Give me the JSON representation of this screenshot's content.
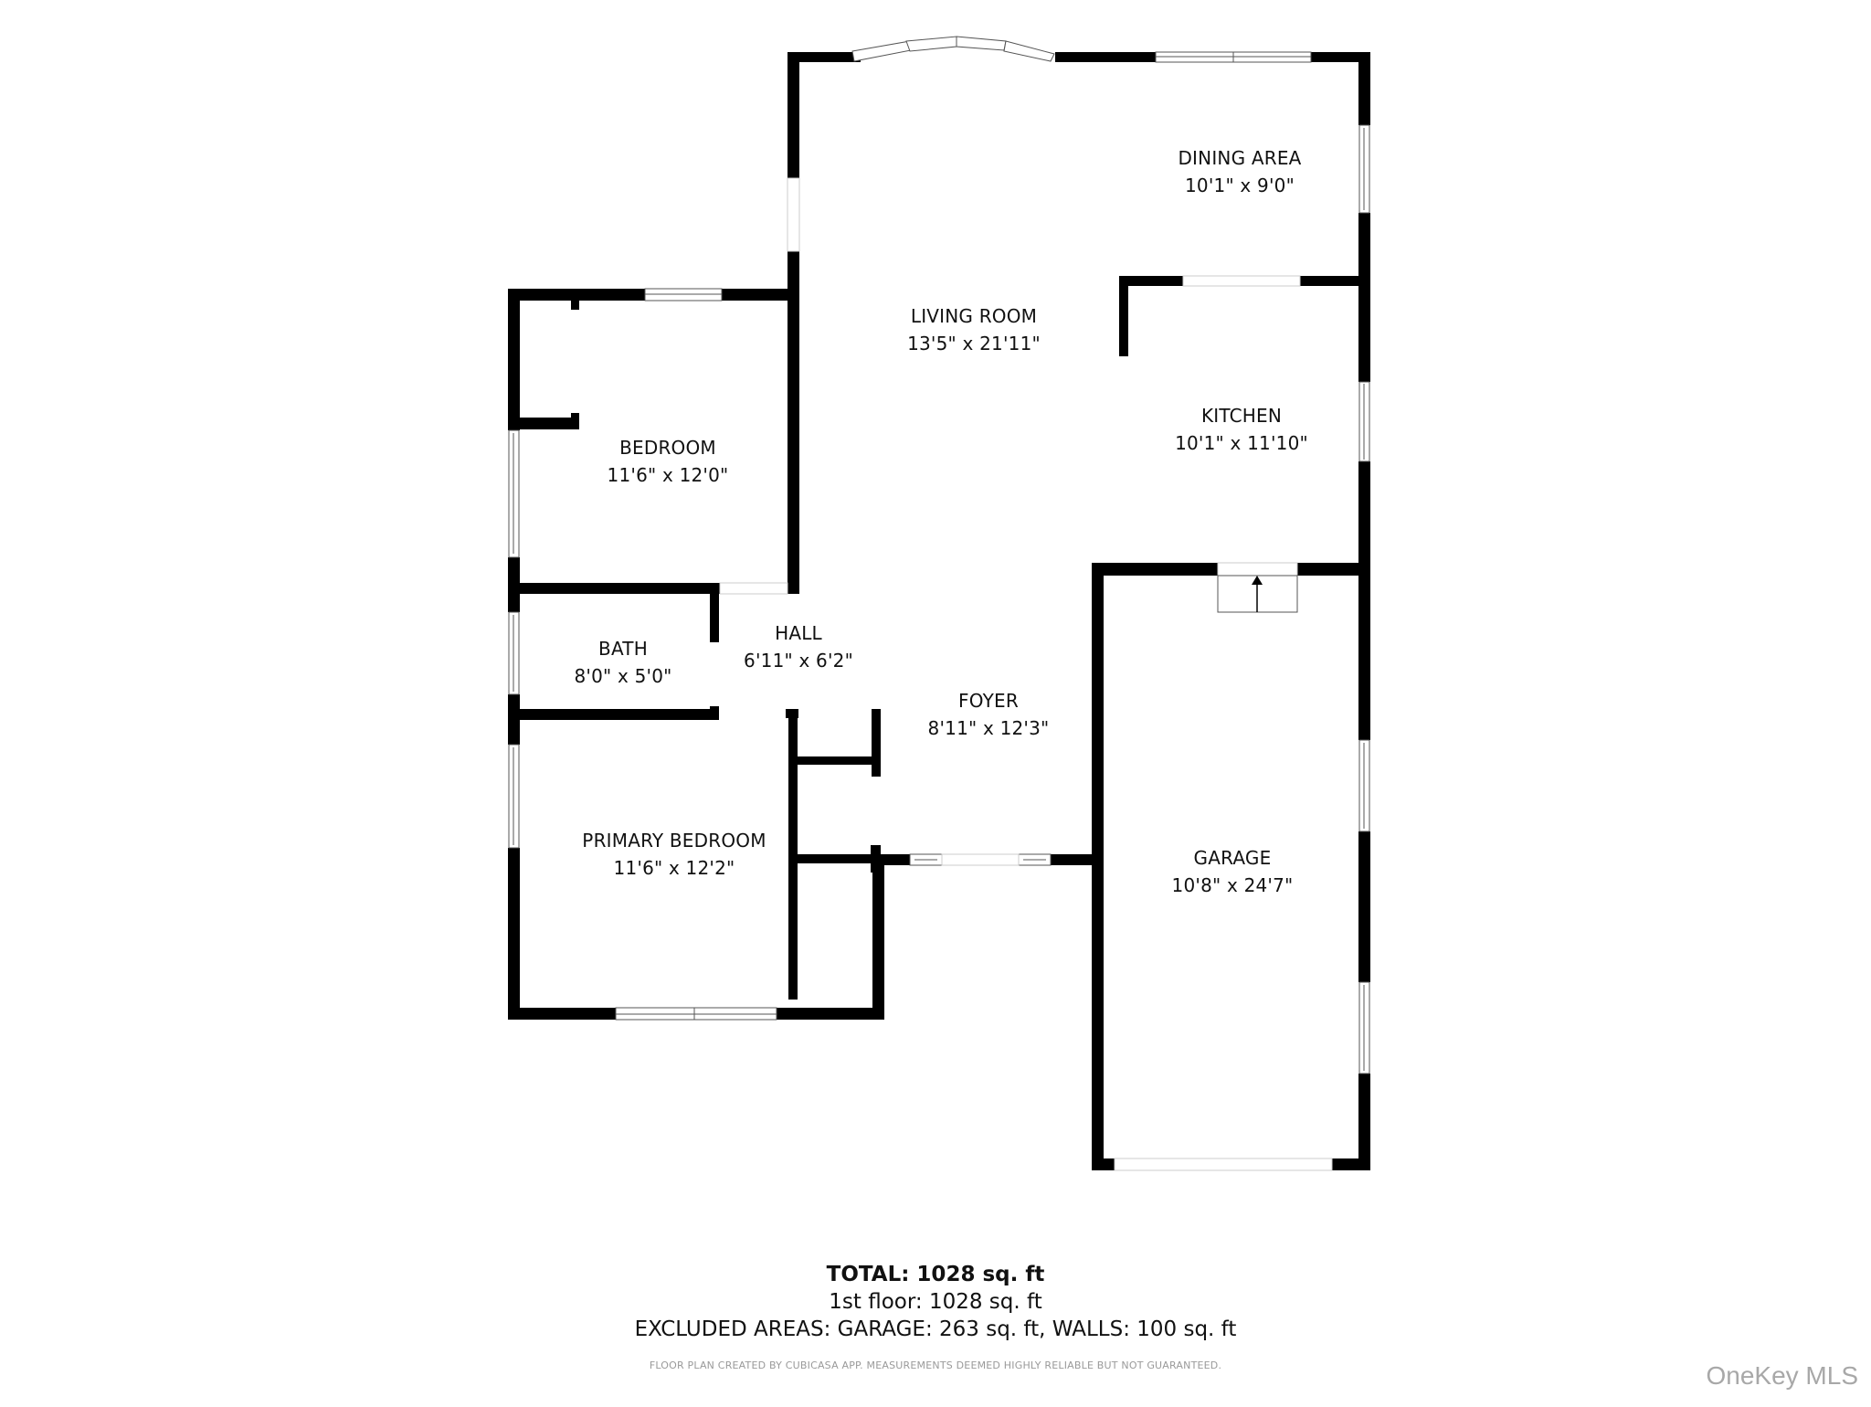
{
  "floor_plan": {
    "rooms": [
      {
        "name": "LIVING ROOM",
        "dims": "13'5\" x 21'11\""
      },
      {
        "name": "DINING AREA",
        "dims": "10'1\" x 9'0\""
      },
      {
        "name": "KITCHEN",
        "dims": "10'1\" x 11'10\""
      },
      {
        "name": "BEDROOM",
        "dims": "11'6\" x 12'0\""
      },
      {
        "name": "BATH",
        "dims": "8'0\" x 5'0\""
      },
      {
        "name": "HALL",
        "dims": "6'11\" x 6'2\""
      },
      {
        "name": "FOYER",
        "dims": "8'11\" x 12'3\""
      },
      {
        "name": "PRIMARY BEDROOM",
        "dims": "11'6\" x 12'2\""
      },
      {
        "name": "GARAGE",
        "dims": "10'8\" x 24'7\""
      }
    ],
    "colors": {
      "wall": "#000000",
      "window_stroke": "#555555",
      "background": "#ffffff"
    }
  },
  "summary": {
    "total": "TOTAL: 1028 sq. ft",
    "first_floor": "1st floor: 1028 sq. ft",
    "excluded": "EXCLUDED AREAS: GARAGE: 263 sq. ft, WALLS: 100 sq. ft",
    "disclaimer": "FLOOR PLAN CREATED BY CUBICASA APP. MEASUREMENTS DEEMED HIGHLY RELIABLE BUT NOT GUARANTEED."
  },
  "watermark": "OneKey MLS"
}
